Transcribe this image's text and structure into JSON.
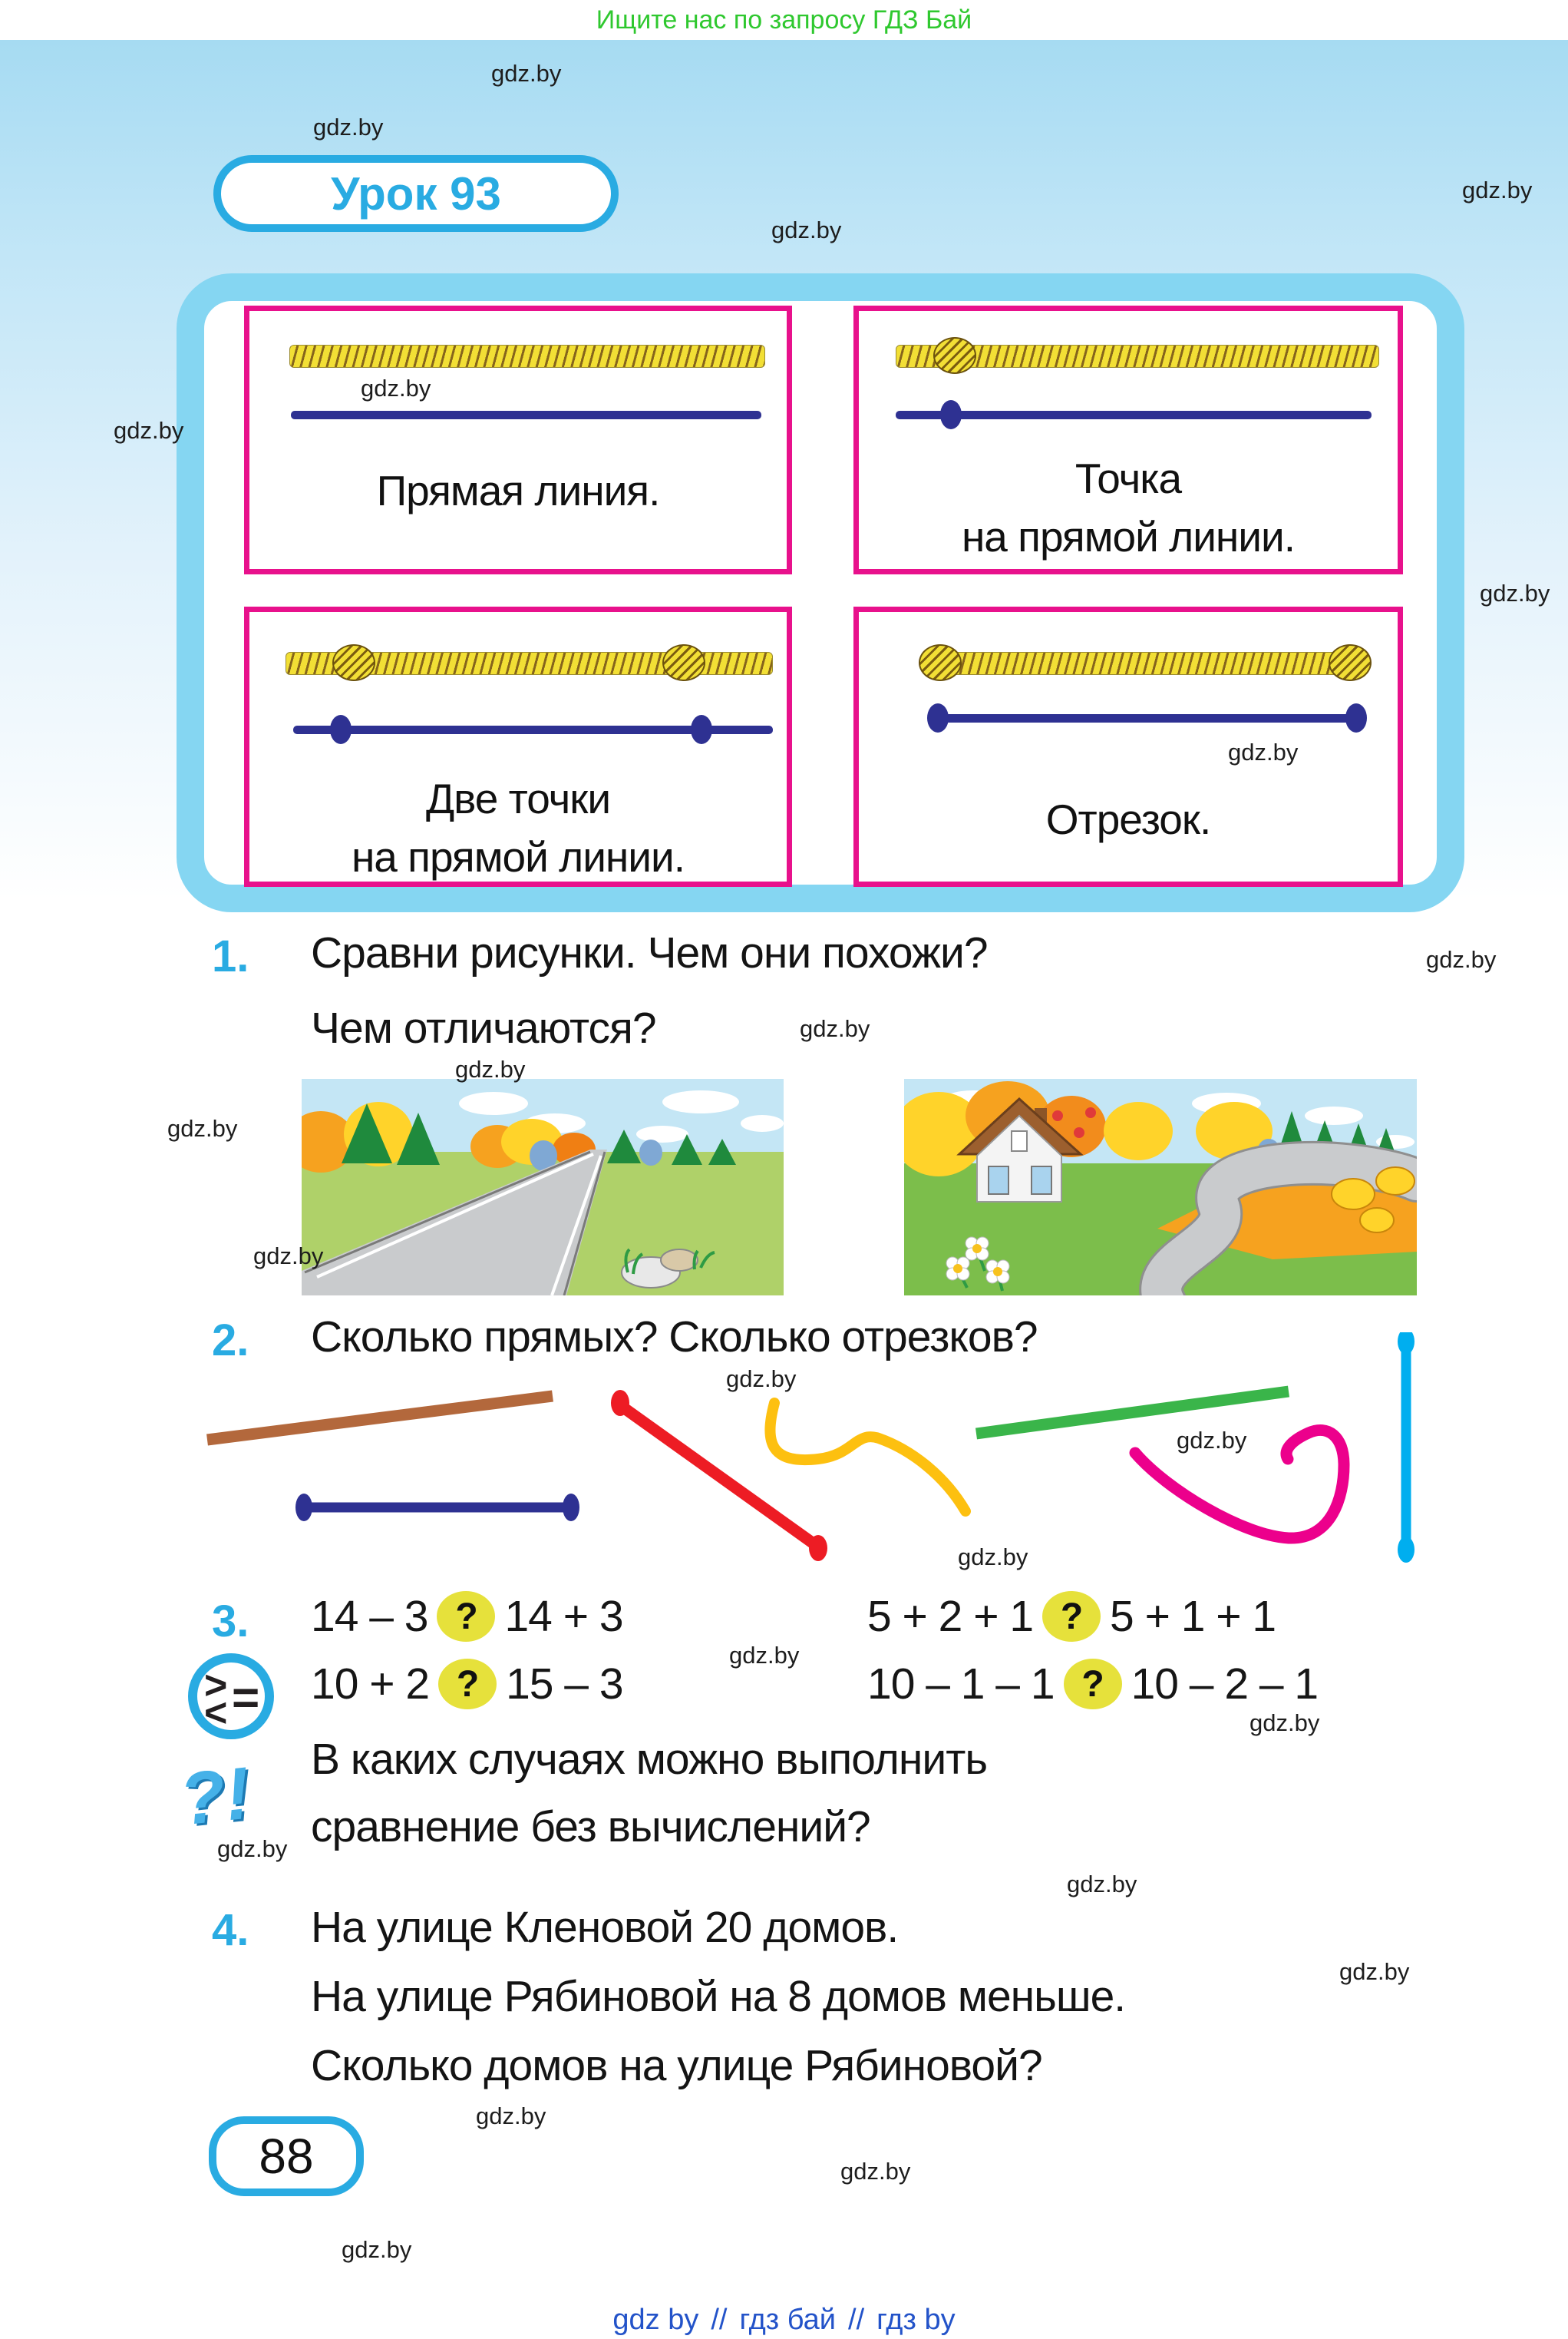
{
  "page": {
    "top_banner": "Ищите нас по запросу ГДЗ Бай",
    "lesson_title": "Урок 93",
    "page_number": "88",
    "watermark_text": "gdz.by",
    "footer_links": [
      "gdz by",
      "гдз бай",
      "гдз by"
    ],
    "footer_separator": "//"
  },
  "concepts": [
    {
      "lines": [
        "Прямая линия."
      ]
    },
    {
      "lines": [
        "Точка",
        "на прямой линии."
      ]
    },
    {
      "lines": [
        "Две точки",
        "на прямой линии."
      ]
    },
    {
      "lines": [
        "Отрезок."
      ]
    }
  ],
  "tasks": {
    "t1": {
      "number": "1.",
      "lines": [
        "Сравни рисунки. Чем они похожи?",
        "Чем отличаются?"
      ]
    },
    "t2": {
      "number": "2.",
      "question": "Сколько прямых? Сколько отрезков?"
    },
    "t3": {
      "number": "3.",
      "badge": "?",
      "pairs": [
        {
          "left": "14 – 3",
          "right": "14 + 3"
        },
        {
          "left": "5 + 2 + 1",
          "right": "5 + 1 + 1"
        },
        {
          "left": "10 + 2",
          "right": "15 – 3"
        },
        {
          "left": "10 – 1 – 1",
          "right": "10 – 2 – 1"
        }
      ],
      "compare_symbols": {
        "gt": ">",
        "lt": "<",
        "eq": "="
      },
      "question_lines": [
        "В каких случаях можно выполнить",
        "сравнение без вычислений?"
      ],
      "question_icon": "?!"
    },
    "t4": {
      "number": "4.",
      "lines": [
        "На улице Кленовой 20 домов.",
        "На улице Рябиновой на 8 домов меньше.",
        "Сколько домов на улице Рябиновой?"
      ]
    }
  },
  "colors": {
    "accent_blue": "#29ABE2",
    "box_border_blue": "#85D6F2",
    "card_border_pink": "#E8118C",
    "banner_green": "#2FC82F",
    "navy_line": "#2E3192",
    "badge_yellow": "#E6E13B",
    "footer_blue": "#2353C9",
    "task2_lines": {
      "brown": "#B3683C",
      "navy": "#2E3192",
      "red": "#ED1C24",
      "yellow": "#FDC010",
      "green": "#3AB54A",
      "pink": "#EC008C",
      "cyan": "#00AEEF"
    }
  }
}
